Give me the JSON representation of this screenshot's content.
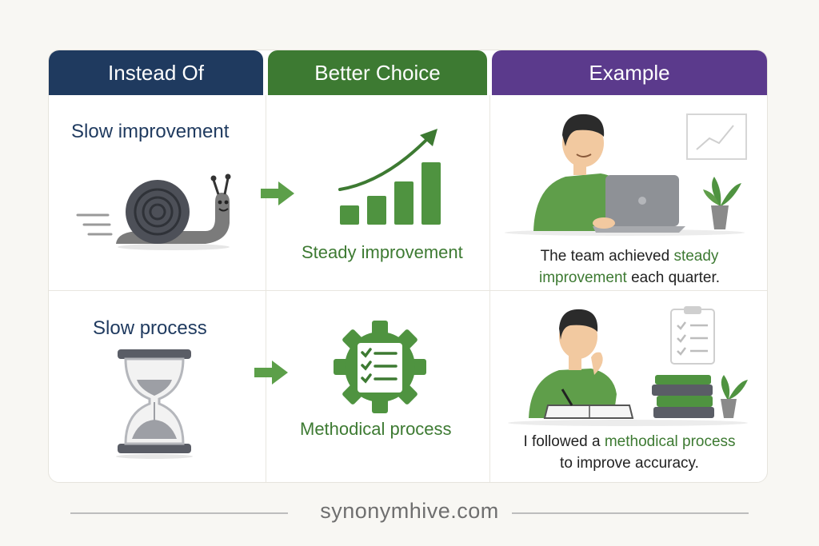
{
  "headers": {
    "instead_of": "Instead Of",
    "better_choice": "Better Choice",
    "example": "Example"
  },
  "rows": [
    {
      "instead_of": "Slow improvement",
      "better_choice": "Steady improvement",
      "example_parts": [
        "The team achieved ",
        "steady",
        " ",
        "improvement",
        " each quarter."
      ]
    },
    {
      "instead_of": "Slow process",
      "better_choice": "Methodical process",
      "example_parts": [
        "I followed a ",
        "methodical process",
        "to improve accuracy."
      ]
    }
  ],
  "footer": "synonymhive.com",
  "colors": {
    "navy": "#1f3a5f",
    "green": "#3d7a32",
    "purple": "#5b3a8c"
  },
  "icons": [
    "snail-icon",
    "hourglass-icon",
    "arrow-right-icon",
    "rising-bar-chart-icon",
    "gear-checklist-icon",
    "person-laptop-icon",
    "person-writing-icon"
  ]
}
